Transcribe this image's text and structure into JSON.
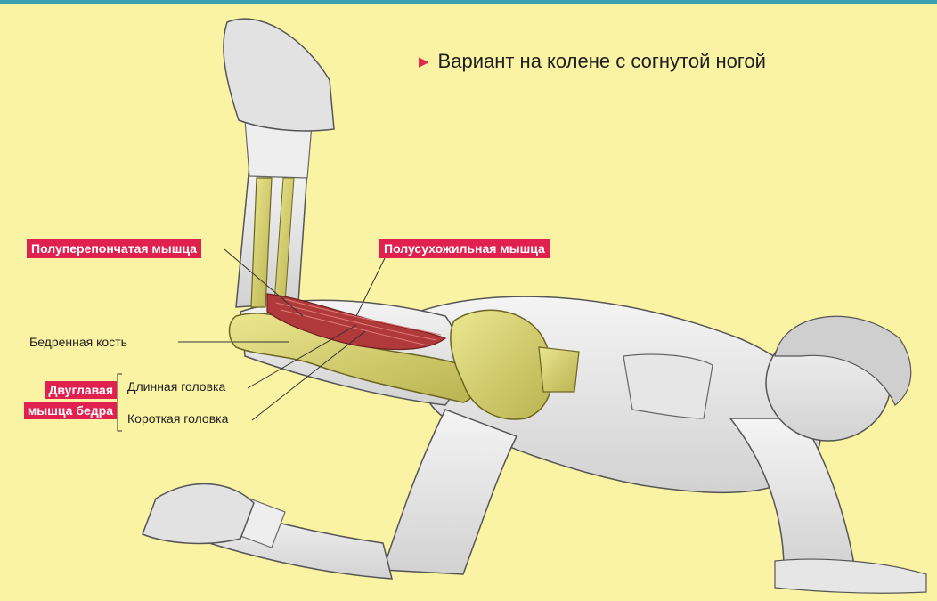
{
  "caption": {
    "marker_icon": "triangle-right-icon",
    "text": "Вариант на колене с согнутой ногой"
  },
  "labels": {
    "semimembranosus": "Полуперепончатая мышца",
    "semitendinosus": "Полусухожильная мышца",
    "femur": "Бедренная кость",
    "biceps_line1": "Двуглавая",
    "biceps_line2": "мышца бедра",
    "long_head": "Длинная головка",
    "short_head": "Короткая головка"
  },
  "colors": {
    "background": "#fbf3a4",
    "accent": "#e0204f",
    "top_bar": "#3aa0b0",
    "bone": "#d8d27a",
    "muscle": "#b03a3a"
  }
}
